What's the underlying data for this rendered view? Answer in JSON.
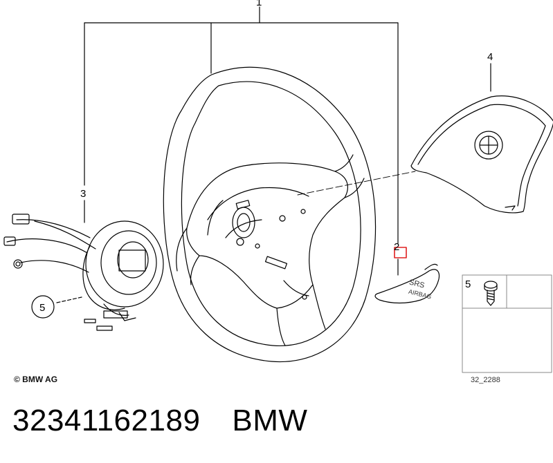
{
  "callouts": {
    "c1": "1",
    "c2": "2",
    "c3": "3",
    "c4": "4",
    "c5_circle": "5",
    "c5_box": "5"
  },
  "airbag_text": {
    "line1": "SRS",
    "line2": "AIRBAG"
  },
  "copyright": "© BMW AG",
  "diagram_code": "32_2288",
  "caption": {
    "part_number": "32341162189",
    "brand": "BMW"
  },
  "colors": {
    "line": "#000000",
    "highlight": "#e02020"
  }
}
